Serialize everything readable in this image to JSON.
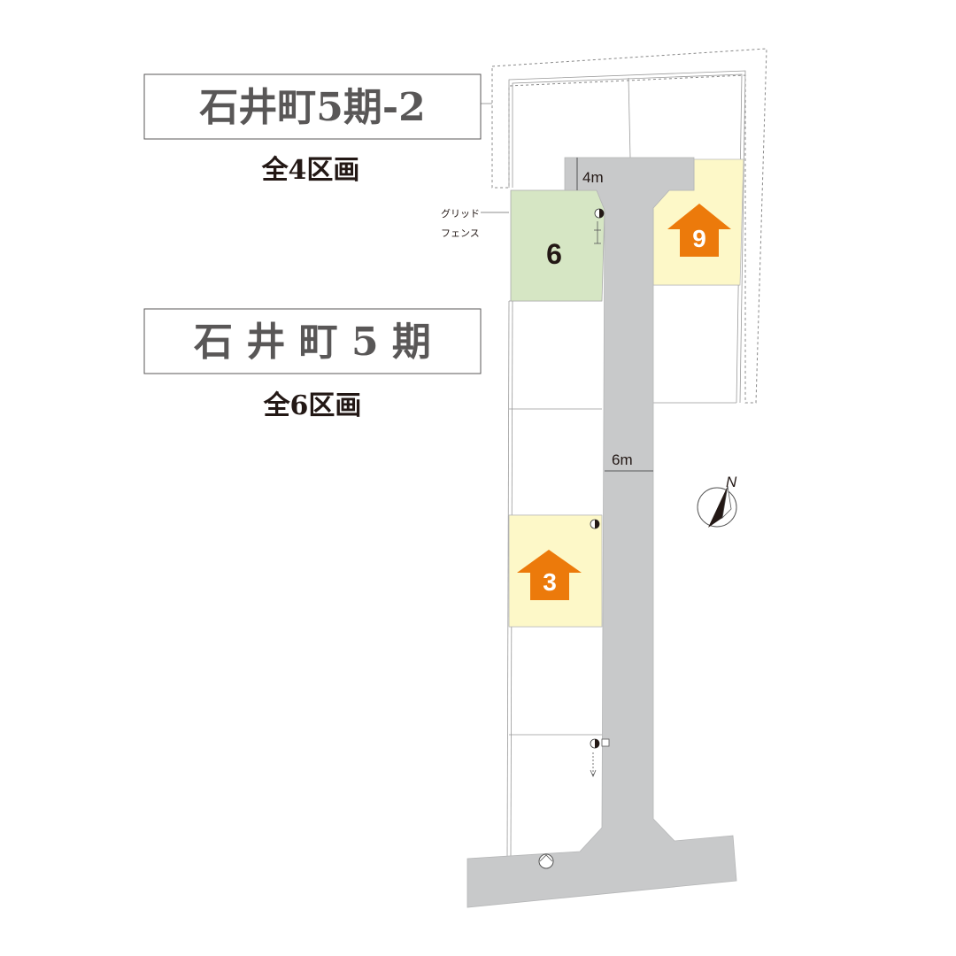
{
  "phase2": {
    "title": "石井町5期-2",
    "count": "全4区画"
  },
  "phase1": {
    "title": "石 井 町 5 期",
    "count": "全6区画"
  },
  "roads": {
    "width_north": "4m",
    "width_main": "6m"
  },
  "fence_note": {
    "line1": "グリッド",
    "line2": "フェンス"
  },
  "lots": [
    {
      "label": "6",
      "status": "highlight-green"
    },
    {
      "label": "9",
      "status": "highlight-yellow"
    },
    {
      "label": "3",
      "status": "highlight-yellow"
    }
  ],
  "compass": {
    "label": "N"
  },
  "colors": {
    "road": "#c8c9ca",
    "lot_green": "#d6e6c4",
    "lot_yellow": "#fdf8c8",
    "arrow_orange": "#ec7a0b",
    "text_dark": "#231815",
    "title_text": "#595757"
  }
}
